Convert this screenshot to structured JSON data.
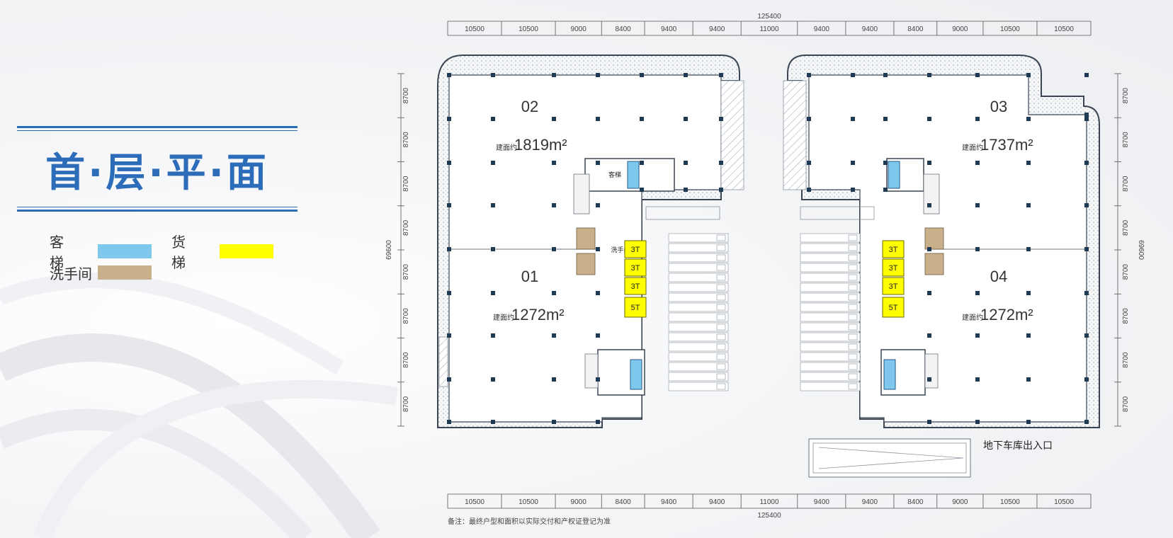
{
  "title": "首·层·平·面",
  "legend": [
    {
      "label": "客 梯",
      "color": "#7ec8ee"
    },
    {
      "label": "货 梯",
      "color": "#ffff00"
    },
    {
      "label": "洗手间",
      "color": "#c9b08a"
    }
  ],
  "dimensions": {
    "total_width": "125400",
    "total_height": "69600",
    "column_spans": [
      "10500",
      "10500",
      "9000",
      "8400",
      "9400",
      "9400",
      "11000",
      "9400",
      "9400",
      "8400",
      "9000",
      "10500",
      "10500"
    ],
    "row_spans": [
      "8700",
      "8700",
      "8700",
      "8700",
      "8700",
      "8700",
      "8700",
      "8700"
    ]
  },
  "units": [
    {
      "id": "02",
      "area_prefix": "建面约",
      "area": "1819m²"
    },
    {
      "id": "03",
      "area_prefix": "建面约",
      "area": "1737m²"
    },
    {
      "id": "01",
      "area_prefix": "建面约",
      "area": "1272m²"
    },
    {
      "id": "04",
      "area_prefix": "建面约",
      "area": "1272m²"
    }
  ],
  "cargo_lifts": {
    "left": [
      "3T",
      "3T",
      "3T",
      "5T"
    ],
    "right": [
      "3T",
      "3T",
      "3T",
      "5T"
    ]
  },
  "labels": {
    "passenger_lift": "客梯",
    "washroom": "洗手间",
    "garage_entrance": "地下车库出入口",
    "footnote": "备注：最终户型和面积以实际交付和产权证登记为准"
  },
  "colors": {
    "brand_blue": "#2c6cb8",
    "passenger_lift": "#7ec8ee",
    "cargo_lift": "#ffff00",
    "washroom": "#c9b08a",
    "wall": "#3a4654",
    "column": "#1f3a55"
  }
}
